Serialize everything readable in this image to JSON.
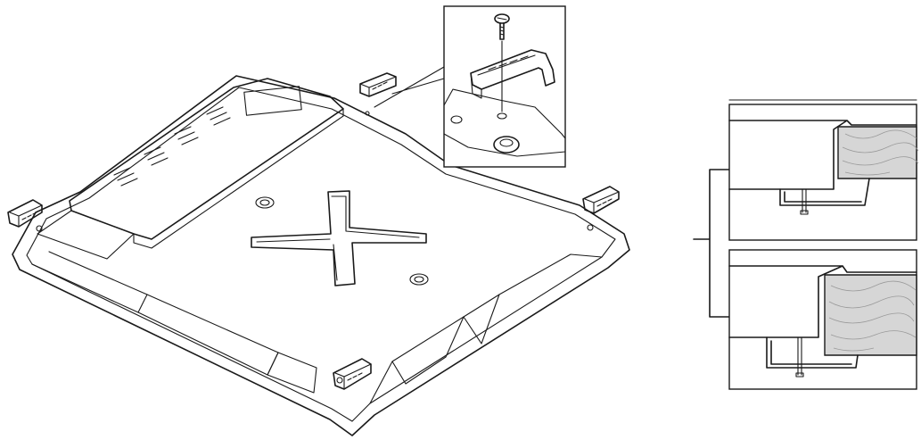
{
  "figure": {
    "main_view": "hob-underside-with-four-fixing-clamps",
    "detail_view": "clamp-screw-detail",
    "side_views": [
      "worktop-section-thin",
      "worktop-section-thick"
    ]
  },
  "colors": {
    "line": "#1a1a1a",
    "wood": "#d6d6d6",
    "background": "#ffffff"
  }
}
